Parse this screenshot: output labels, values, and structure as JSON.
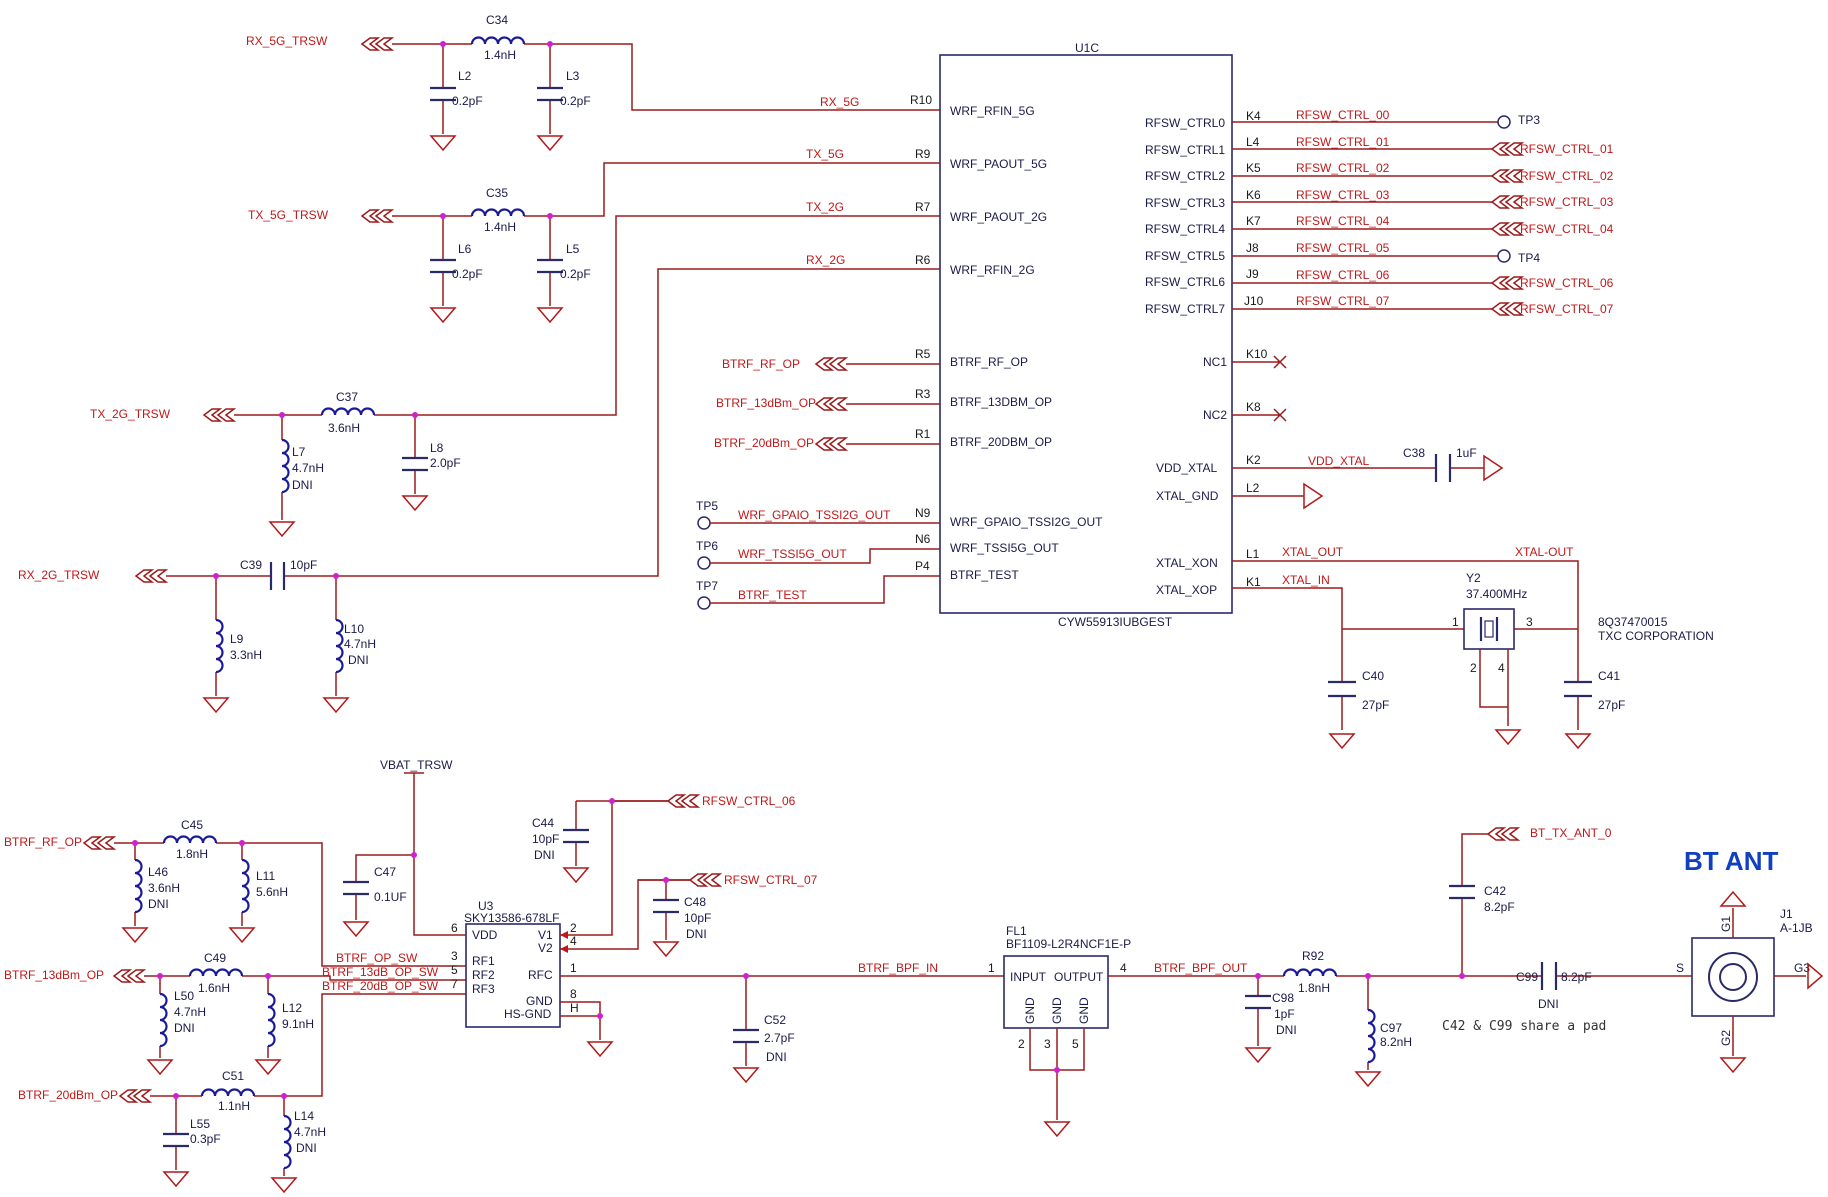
{
  "title": "BT ANT",
  "note": "C42 & C99 share a pad",
  "u1": {
    "ref": "U1C",
    "part": "CYW55913IUBGEST",
    "left_pins": [
      {
        "num": "R10",
        "name": "WRF_RFIN_5G",
        "net": "RX_5G"
      },
      {
        "num": "R9",
        "name": "WRF_PAOUT_5G",
        "net": "TX_5G"
      },
      {
        "num": "R7",
        "name": "WRF_PAOUT_2G",
        "net": "TX_2G"
      },
      {
        "num": "R6",
        "name": "WRF_RFIN_2G",
        "net": "RX_2G"
      },
      {
        "num": "R5",
        "name": "BTRF_RF_OP",
        "net": "BTRF_RF_OP"
      },
      {
        "num": "R3",
        "name": "BTRF_13DBM_OP",
        "net": "BTRF_13dBm_OP"
      },
      {
        "num": "R1",
        "name": "BTRF_20DBM_OP",
        "net": "BTRF_20dBm_OP"
      },
      {
        "num": "N9",
        "name": "WRF_GPAIO_TSSI2G_OUT",
        "net": "WRF_GPAIO_TSSI2G_OUT"
      },
      {
        "num": "N6",
        "name": "WRF_TSSI5G_OUT",
        "net": "WRF_TSSI5G_OUT"
      },
      {
        "num": "P4",
        "name": "BTRF_TEST",
        "net": "BTRF_TEST"
      }
    ],
    "right_pins": [
      {
        "num": "K4",
        "name": "RFSW_CTRL0",
        "net": "RFSW_CTRL_00",
        "end": "TP3"
      },
      {
        "num": "L4",
        "name": "RFSW_CTRL1",
        "net": "RFSW_CTRL_01",
        "end": "RFSW_CTRL_01"
      },
      {
        "num": "K5",
        "name": "RFSW_CTRL2",
        "net": "RFSW_CTRL_02",
        "end": "RFSW_CTRL_02"
      },
      {
        "num": "K6",
        "name": "RFSW_CTRL3",
        "net": "RFSW_CTRL_03",
        "end": "RFSW_CTRL_03"
      },
      {
        "num": "K7",
        "name": "RFSW_CTRL4",
        "net": "RFSW_CTRL_04",
        "end": "RFSW_CTRL_04"
      },
      {
        "num": "J8",
        "name": "RFSW_CTRL5",
        "net": "RFSW_CTRL_05",
        "end": "TP4"
      },
      {
        "num": "J9",
        "name": "RFSW_CTRL6",
        "net": "RFSW_CTRL_06",
        "end": "RFSW_CTRL_06"
      },
      {
        "num": "J10",
        "name": "RFSW_CTRL7",
        "net": "RFSW_CTRL_07",
        "end": "RFSW_CTRL_07"
      },
      {
        "num": "K10",
        "name": "NC1",
        "net": "",
        "end": ""
      },
      {
        "num": "K8",
        "name": "NC2",
        "net": "",
        "end": ""
      },
      {
        "num": "K2",
        "name": "VDD_XTAL",
        "net": "VDD_XTAL",
        "end": ""
      },
      {
        "num": "L2",
        "name": "XTAL_GND",
        "net": "",
        "end": ""
      },
      {
        "num": "L1",
        "name": "XTAL_XON",
        "net": "XTAL_OUT",
        "end": "XTAL-OUT"
      },
      {
        "num": "K1",
        "name": "XTAL_XOP",
        "net": "XTAL_IN",
        "end": ""
      }
    ]
  },
  "ports": {
    "rx5g": "RX_5G_TRSW",
    "tx5g": "TX_5G_TRSW",
    "tx2g": "TX_2G_TRSW",
    "rx2g": "RX_2G_TRSW",
    "tp5": "TP5",
    "tp6": "TP6",
    "tp7": "TP7",
    "vbat": "VBAT_TRSW",
    "btrf_rf_op": "BTRF_RF_OP",
    "btrf_13": "BTRF_13dBm_OP",
    "btrf_20": "BTRF_20dBm_OP",
    "rfsw06": "RFSW_CTRL_06",
    "rfsw07": "RFSW_CTRL_07",
    "bt_tx_ant": "BT_TX_ANT_0"
  },
  "parts": {
    "C34": {
      "ref": "C34",
      "val": "1.4nH"
    },
    "L2": {
      "ref": "L2",
      "val": "0.2pF"
    },
    "L3": {
      "ref": "L3",
      "val": "0.2pF"
    },
    "C35": {
      "ref": "C35",
      "val": "1.4nH"
    },
    "L6": {
      "ref": "L6",
      "val": "0.2pF"
    },
    "L5": {
      "ref": "L5",
      "val": "0.2pF"
    },
    "C37": {
      "ref": "C37",
      "val": "3.6nH"
    },
    "L7": {
      "ref": "L7",
      "val": "4.7nH",
      "dni": "DNI"
    },
    "L8": {
      "ref": "L8",
      "val": "2.0pF"
    },
    "C39": {
      "ref": "C39",
      "val": "10pF"
    },
    "L9": {
      "ref": "L9",
      "val": "3.3nH"
    },
    "L10": {
      "ref": "L10",
      "val": "4.7nH",
      "dni": "DNI"
    },
    "C38": {
      "ref": "C38",
      "val": "1uF"
    },
    "Y2": {
      "ref": "Y2",
      "val": "37.400MHz",
      "part": "8Q37470015",
      "mfr": "TXC CORPORATION"
    },
    "C40": {
      "ref": "C40",
      "val": "27pF"
    },
    "C41": {
      "ref": "C41",
      "val": "27pF"
    },
    "C45": {
      "ref": "C45",
      "val": "1.8nH"
    },
    "L46": {
      "ref": "L46",
      "val": "3.6nH",
      "dni": "DNI"
    },
    "L11": {
      "ref": "L11",
      "val": "5.6nH"
    },
    "C49": {
      "ref": "C49",
      "val": "1.6nH"
    },
    "L50": {
      "ref": "L50",
      "val": "4.7nH",
      "dni": "DNI"
    },
    "L12": {
      "ref": "L12",
      "val": "9.1nH"
    },
    "C51": {
      "ref": "C51",
      "val": "1.1nH"
    },
    "L55": {
      "ref": "L55",
      "val": "0.3pF"
    },
    "L14": {
      "ref": "L14",
      "val": "4.7nH",
      "dni": "DNI"
    },
    "C47": {
      "ref": "C47",
      "val": "0.1UF"
    },
    "C44": {
      "ref": "C44",
      "val": "10pF",
      "dni": "DNI"
    },
    "C48": {
      "ref": "C48",
      "val": "10pF",
      "dni": "DNI"
    },
    "C52": {
      "ref": "C52",
      "val": "2.7pF",
      "dni": "DNI"
    },
    "R92": {
      "ref": "R92",
      "val": "1.8nH"
    },
    "C98": {
      "ref": "C98",
      "val": "1pF",
      "dni": "DNI"
    },
    "C97": {
      "ref": "C97",
      "val": "8.2nH"
    },
    "C42": {
      "ref": "C42",
      "val": "8.2pF"
    },
    "C99": {
      "ref": "C99",
      "val": "8.2pF",
      "dni": "DNI"
    }
  },
  "u3": {
    "ref": "U3",
    "part": "SKY13586-678LF",
    "pins": {
      "vdd": "VDD",
      "v1": "V1",
      "v2": "V2",
      "rf1": "RF1",
      "rf2": "RF2",
      "rf3": "RF3",
      "rfc": "RFC",
      "gnd": "GND",
      "hsgnd": "HS-GND"
    },
    "nums": {
      "vdd": "6",
      "v1": "2",
      "v2": "4",
      "rf1": "3",
      "rf2": "5",
      "rf3": "7",
      "rfc": "1",
      "gnd": "8",
      "hsgnd": "H"
    },
    "nets": {
      "rf1": "BTRF_OP_SW",
      "rf2": "BTRF_13dB_OP_SW",
      "rf3": "BTRF_20dB_OP_SW",
      "rfc": "BTRF_BPF_IN"
    }
  },
  "fl1": {
    "ref": "FL1",
    "part": "BF1109-L2R4NCF1E-P",
    "in": "INPUT",
    "out": "OUTPUT",
    "gnd": "GND",
    "nums": {
      "in": "1",
      "out": "4",
      "g1": "2",
      "g2": "3",
      "g3": "5"
    },
    "out_net": "BTRF_BPF_OUT"
  },
  "j1": {
    "ref": "J1",
    "part": "A-1JB",
    "g1": "G1",
    "g2": "G2",
    "g3": "G3",
    "s": "S"
  }
}
